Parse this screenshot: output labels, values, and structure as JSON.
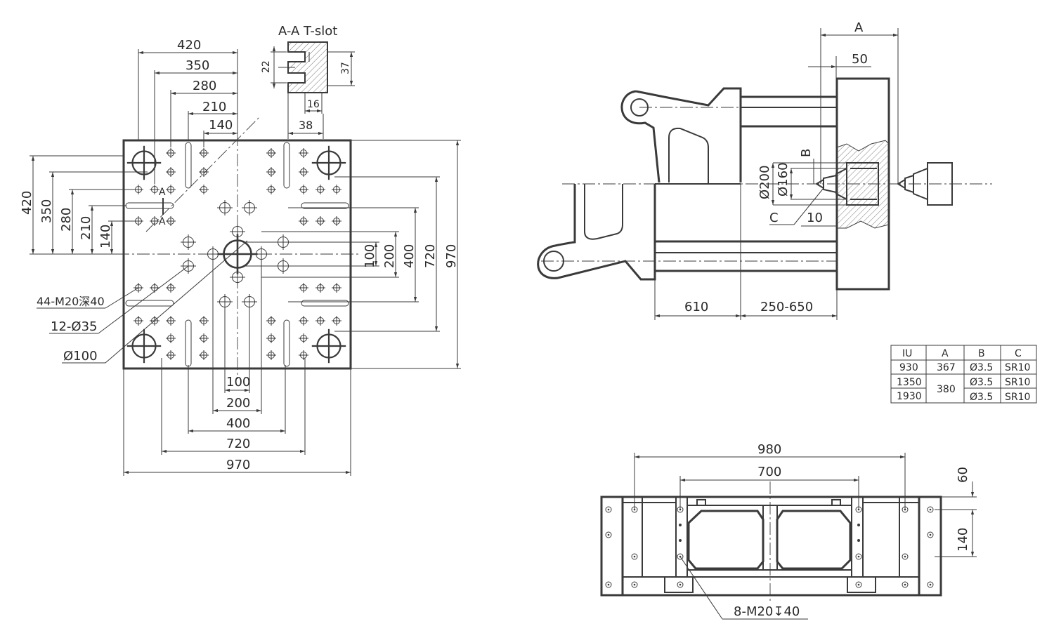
{
  "section_title": "A-A T-slot",
  "tslot": {
    "d22": "22",
    "d37": "37",
    "d16": "16",
    "d38": "38"
  },
  "platen_left": {
    "top_dims": [
      "420",
      "350",
      "280",
      "210",
      "140"
    ],
    "left_dims": [
      "420",
      "350",
      "280",
      "210",
      "140"
    ],
    "right_dims": [
      "100",
      "200",
      "400",
      "720",
      "970"
    ],
    "bottom_dims": [
      "100",
      "200",
      "400",
      "720",
      "970"
    ],
    "section_marks": [
      "A",
      "A"
    ],
    "callouts": [
      "44-M20深40",
      "12-Ø35",
      "Ø100"
    ]
  },
  "side_view": {
    "dims": [
      "A",
      "50",
      "B",
      "Ø200",
      "Ø160",
      "C",
      "10",
      "610",
      "250-650"
    ]
  },
  "spec_table": {
    "headers": [
      "IU",
      "A",
      "B",
      "C"
    ],
    "rows": [
      [
        "930",
        "367",
        "Ø3.5",
        "SR10"
      ],
      [
        "1350",
        "380",
        "Ø3.5",
        "SR10"
      ],
      [
        "1930",
        "",
        "Ø3.5",
        "SR10"
      ]
    ]
  },
  "base_view": {
    "dims": [
      "980",
      "700",
      "60",
      "140"
    ],
    "callout": "8-M20↧40"
  }
}
